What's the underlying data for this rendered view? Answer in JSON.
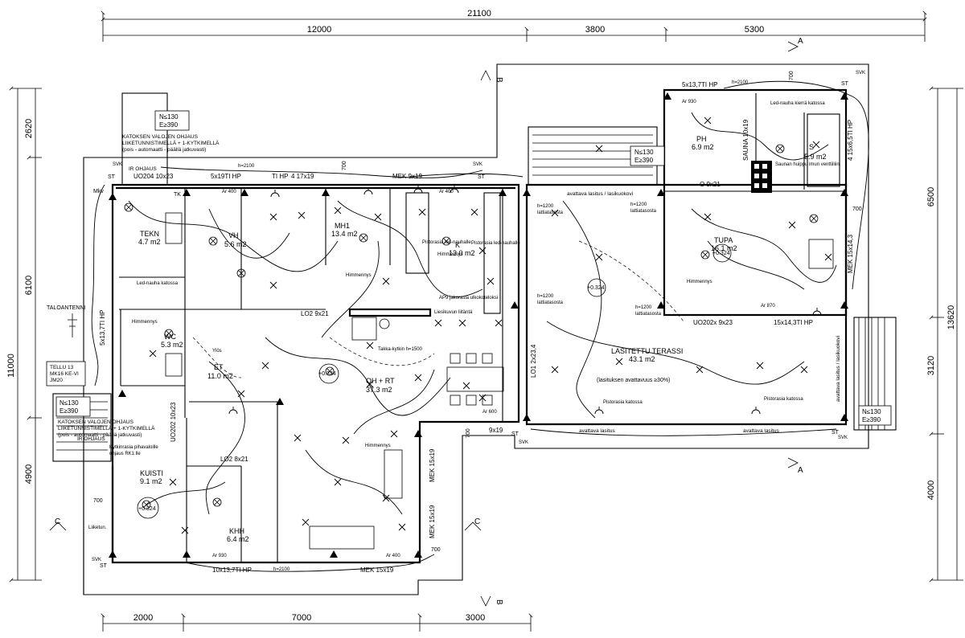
{
  "dimensions": {
    "top_total": "21100",
    "top_segments": [
      "12000",
      "3800",
      "5300"
    ],
    "bottom_segments": [
      "2000",
      "7000",
      "3000"
    ],
    "left_total": "11000",
    "left_segments": [
      "2620",
      "6100",
      "4900"
    ],
    "right_total": "13620",
    "right_segments": [
      "6500",
      "3120",
      "4000"
    ]
  },
  "section_marks": {
    "a": "A",
    "b": "B",
    "c": "C"
  },
  "rooms": [
    {
      "name": "MH1",
      "area": "13.4 m2"
    },
    {
      "name": "K",
      "area": "13.0 m2"
    },
    {
      "name": "VH",
      "area": "5.6 m2"
    },
    {
      "name": "TEKN",
      "area": "4.7 m2"
    },
    {
      "name": "WC",
      "area": "5.3 m2"
    },
    {
      "name": "ET",
      "area": "11.0 m2"
    },
    {
      "name": "OH + RT",
      "area": "37.3 m2"
    },
    {
      "name": "KUISTI",
      "area": "9.1 m2"
    },
    {
      "name": "KHH",
      "area": "6.4 m2"
    },
    {
      "name": "LASITETTU TERASSI",
      "area": "43.1 m2"
    },
    {
      "name": "TUPA",
      "area": "16.1 m2"
    },
    {
      "name": "PH",
      "area": "6.9 m2"
    },
    {
      "name": "S",
      "area": "5.9 m2"
    }
  ],
  "windows": [
    "5x19TI HP",
    "TI HP",
    "4 17x19",
    "MEK 9x19",
    "5x13,7TI HP",
    "5x13,7TI HP",
    "UO204 10x23",
    "LO2 9x21",
    "LO2 8x21",
    "UO202 10x23",
    "10x13,7TI HP",
    "MEK 15x19",
    "MEK 15x19",
    "MEK 15x19",
    "9x19",
    "LO1 2x23,4",
    "UO202x 9x23",
    "15x14,3TI HP",
    "MEK 15x14,3",
    "4 15x6,5TI HP",
    "O 9x21",
    "SAUNA 10x19"
  ],
  "notes": {
    "ns_1": "N≤130",
    "es_1": "E≥390",
    "ns_2": "N≤130",
    "es_2": "E≥390",
    "ns_3": "N≤130",
    "es_3": "E≥390",
    "ns_4": "N≤130",
    "es_4": "E≥390",
    "katos_1_l1": "KATOKSEN VALOJEN OHJAUS",
    "katos_1_l2": "LIIKETUNNISTIMELLÄ + 1-KYTKIMELLÄ",
    "katos_1_l3": "(pois - automaatti - päällä jatkuvasti)",
    "katos_2_l1": "KATOKSEN VALOJEN OHJAUS",
    "katos_2_l2": "LIIKETUNNISTIMELLÄ + 1-KYTKIMELLÄ",
    "katos_2_l3": "(pois - automaatti - päällä jatkuvasti)",
    "tellu_l1": "TELLU 13",
    "tellu_l2": "MK16 KE-VI",
    "tellu_l3": "JM20",
    "taloantenni": "TALOANTENNI",
    "ohjaus_1": "IR OHJAUS",
    "ohjaus_2": "IR OHJAUS",
    "lasitus_1": "avattava lasitus / lasikuokovi",
    "lasitus_2": "avattava lasitus",
    "lasitus_3": "avattava lasitus",
    "lasitus_4": "avattava lasitus / lasikuokovi",
    "lasitus_pct": "(lasituksen avattavuus ≥30%)",
    "led_nauha_katossa": "Led-nauha katossa",
    "himmennys": "Himmennys",
    "pistorasia_katossa": "Pistorasia katossa",
    "pistorasia_led": "Pistorasia led-nauhalle",
    "ap_jakorasia": "AP9 jakorasia ulkokoteloksi",
    "takka": "Takka-kytkin h=1500",
    "liesikuvun": "Liesikuvun liitäntä",
    "led_kierta": "Led-nauha kierrä katossa",
    "saunan": "Saunan huippu imun venttiiliin",
    "mkv": "Mkv",
    "svk": "SVK",
    "st": "ST",
    "tk": "TK",
    "h2100": "h=2100",
    "h1200": "h=1200",
    "ar_400": "Ar 400",
    "ar_930": "Ar 930",
    "ar_870": "Ar 870",
    "ar_600": "Ar 600",
    "dist_700": "700",
    "lattiatasosta": "lattiatasosta",
    "ylos": "Ylös",
    "kytkinrasia": "Kytkinrasia pihavaloille",
    "ohjaus_rk1": "ohjaus RK1:lle",
    "liiketun": "Liiketun."
  },
  "symbols": {
    "ceiling_light": "+0.324"
  }
}
